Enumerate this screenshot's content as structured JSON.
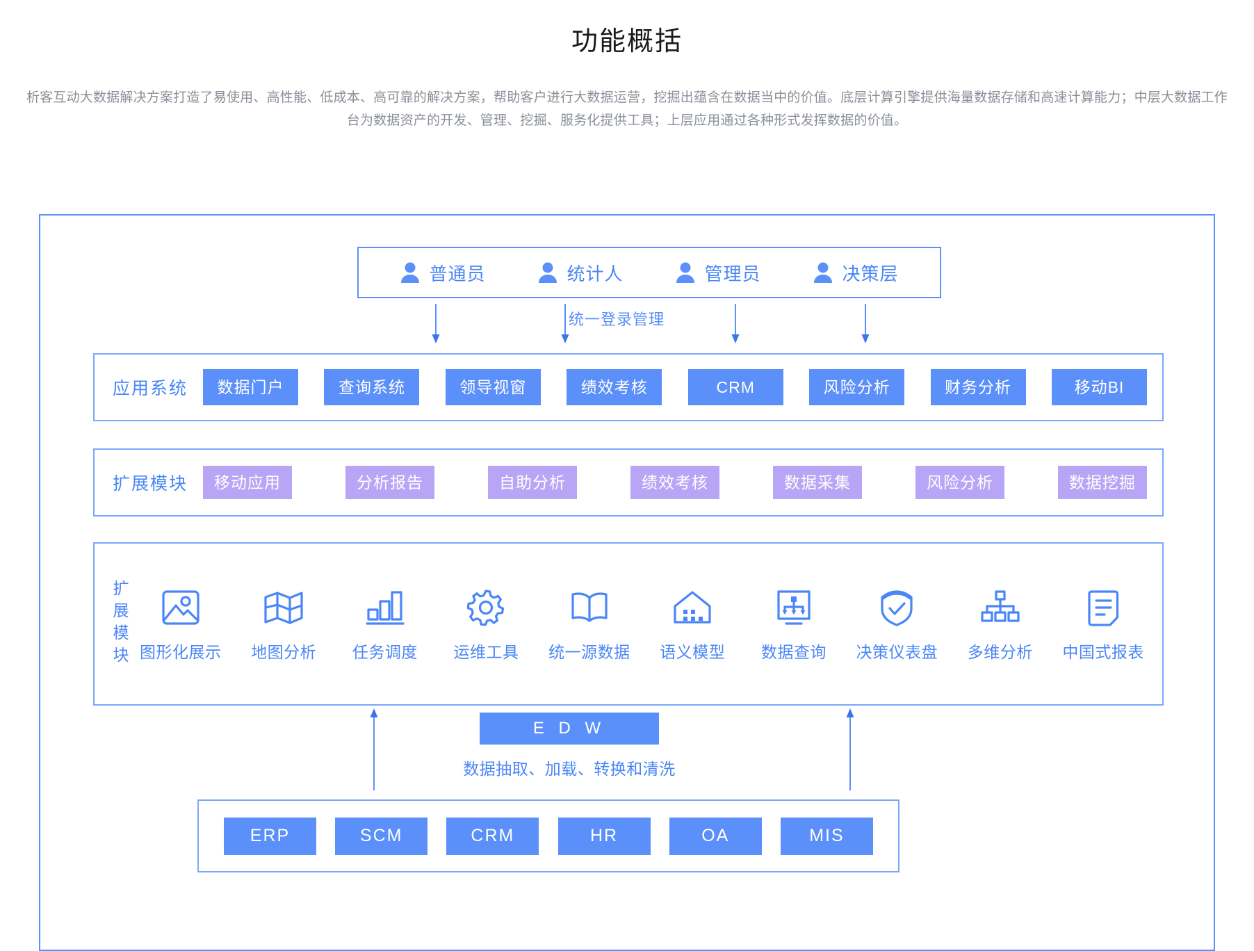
{
  "header": {
    "title": "功能概括",
    "description": "析客互动大数据解决方案打造了易使用、高性能、低成本、高可靠的解决方案，帮助客户进行大数据运营，挖掘出蕴含在数据当中的价值。底层计算引擎提供海量数据存储和高速计算能力；中层大数据工作台为数据资产的开发、管理、挖掘、服务化提供工具；上层应用通过各种形式发挥数据的价值。"
  },
  "colors": {
    "accent_blue": "#5b8ff9",
    "accent_blue_text": "#4a86f7",
    "accent_purple": "#b8a5f5",
    "border_blue": "#7aa7fb",
    "desc_gray": "#8a8f99"
  },
  "roles": {
    "items": [
      {
        "label": "普通员",
        "icon": "user-icon"
      },
      {
        "label": "统计人",
        "icon": "user-icon"
      },
      {
        "label": "管理员",
        "icon": "user-icon"
      },
      {
        "label": "决策层",
        "icon": "user-icon"
      }
    ],
    "flow_label": "统一登录管理"
  },
  "application_layer": {
    "label": "应用系统",
    "items": [
      "数据门户",
      "查询系统",
      "领导视窗",
      "绩效考核",
      "CRM",
      "风险分析",
      "财务分析",
      "移动BI"
    ]
  },
  "extension_layer": {
    "label": "扩展模块",
    "items": [
      "移动应用",
      "分析报告",
      "自助分析",
      "绩效考核",
      "数据采集",
      "风险分析",
      "数据挖掘"
    ]
  },
  "capability_layer": {
    "label": "扩展模块",
    "items": [
      {
        "label": "图形化展示",
        "icon": "image-icon"
      },
      {
        "label": "地图分析",
        "icon": "map-icon"
      },
      {
        "label": "任务调度",
        "icon": "bar-chart-icon"
      },
      {
        "label": "运维工具",
        "icon": "gear-icon"
      },
      {
        "label": "统一源数据",
        "icon": "open-book-icon"
      },
      {
        "label": "语义模型",
        "icon": "warehouse-icon"
      },
      {
        "label": "数据查询",
        "icon": "data-query-icon"
      },
      {
        "label": "决策仪表盘",
        "icon": "shield-check-icon"
      },
      {
        "label": "多维分析",
        "icon": "hierarchy-icon"
      },
      {
        "label": "中国式报表",
        "icon": "report-document-icon"
      }
    ]
  },
  "etl_layer": {
    "box_label": "E D W",
    "caption": "数据抽取、加载、转换和清洗"
  },
  "source_layer": {
    "items": [
      "ERP",
      "SCM",
      "CRM",
      "HR",
      "OA",
      "MIS"
    ]
  }
}
